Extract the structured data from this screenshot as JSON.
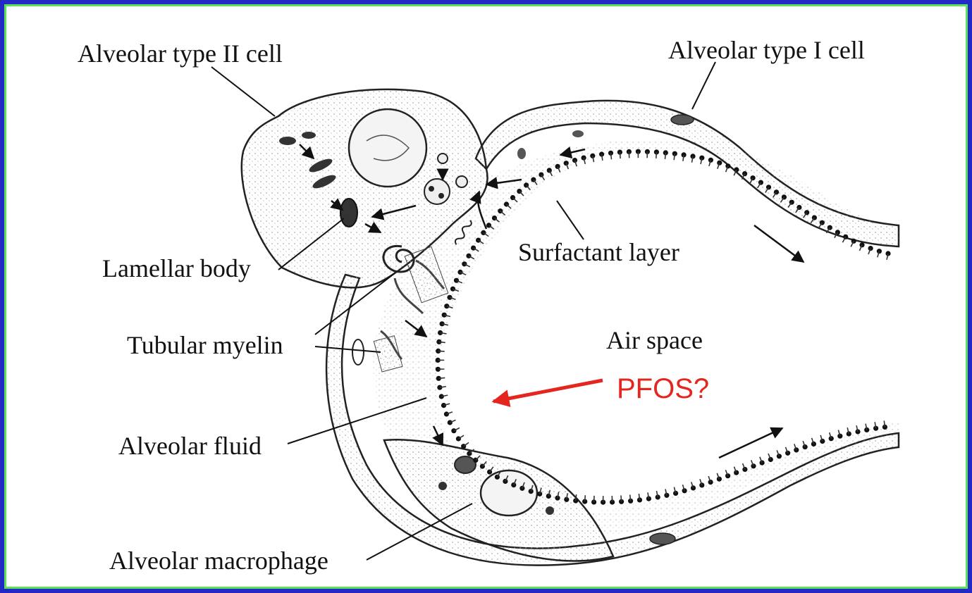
{
  "diagram": {
    "labels": {
      "type2": "Alveolar type II cell",
      "type1": "Alveolar type I cell",
      "lamellar": "Lamellar body",
      "tubular": "Tubular myelin",
      "surfactant": "Surfactant layer",
      "airspace": "Air space",
      "fluid": "Alveolar fluid",
      "macrophage": "Alveolar macrophage"
    },
    "annotation": {
      "text": "PFOS?",
      "color": "#e5261f"
    },
    "colors": {
      "frame_blue": "#2229c6",
      "frame_green": "#5de05a",
      "background": "#ffffff",
      "ink": "#111111"
    }
  }
}
